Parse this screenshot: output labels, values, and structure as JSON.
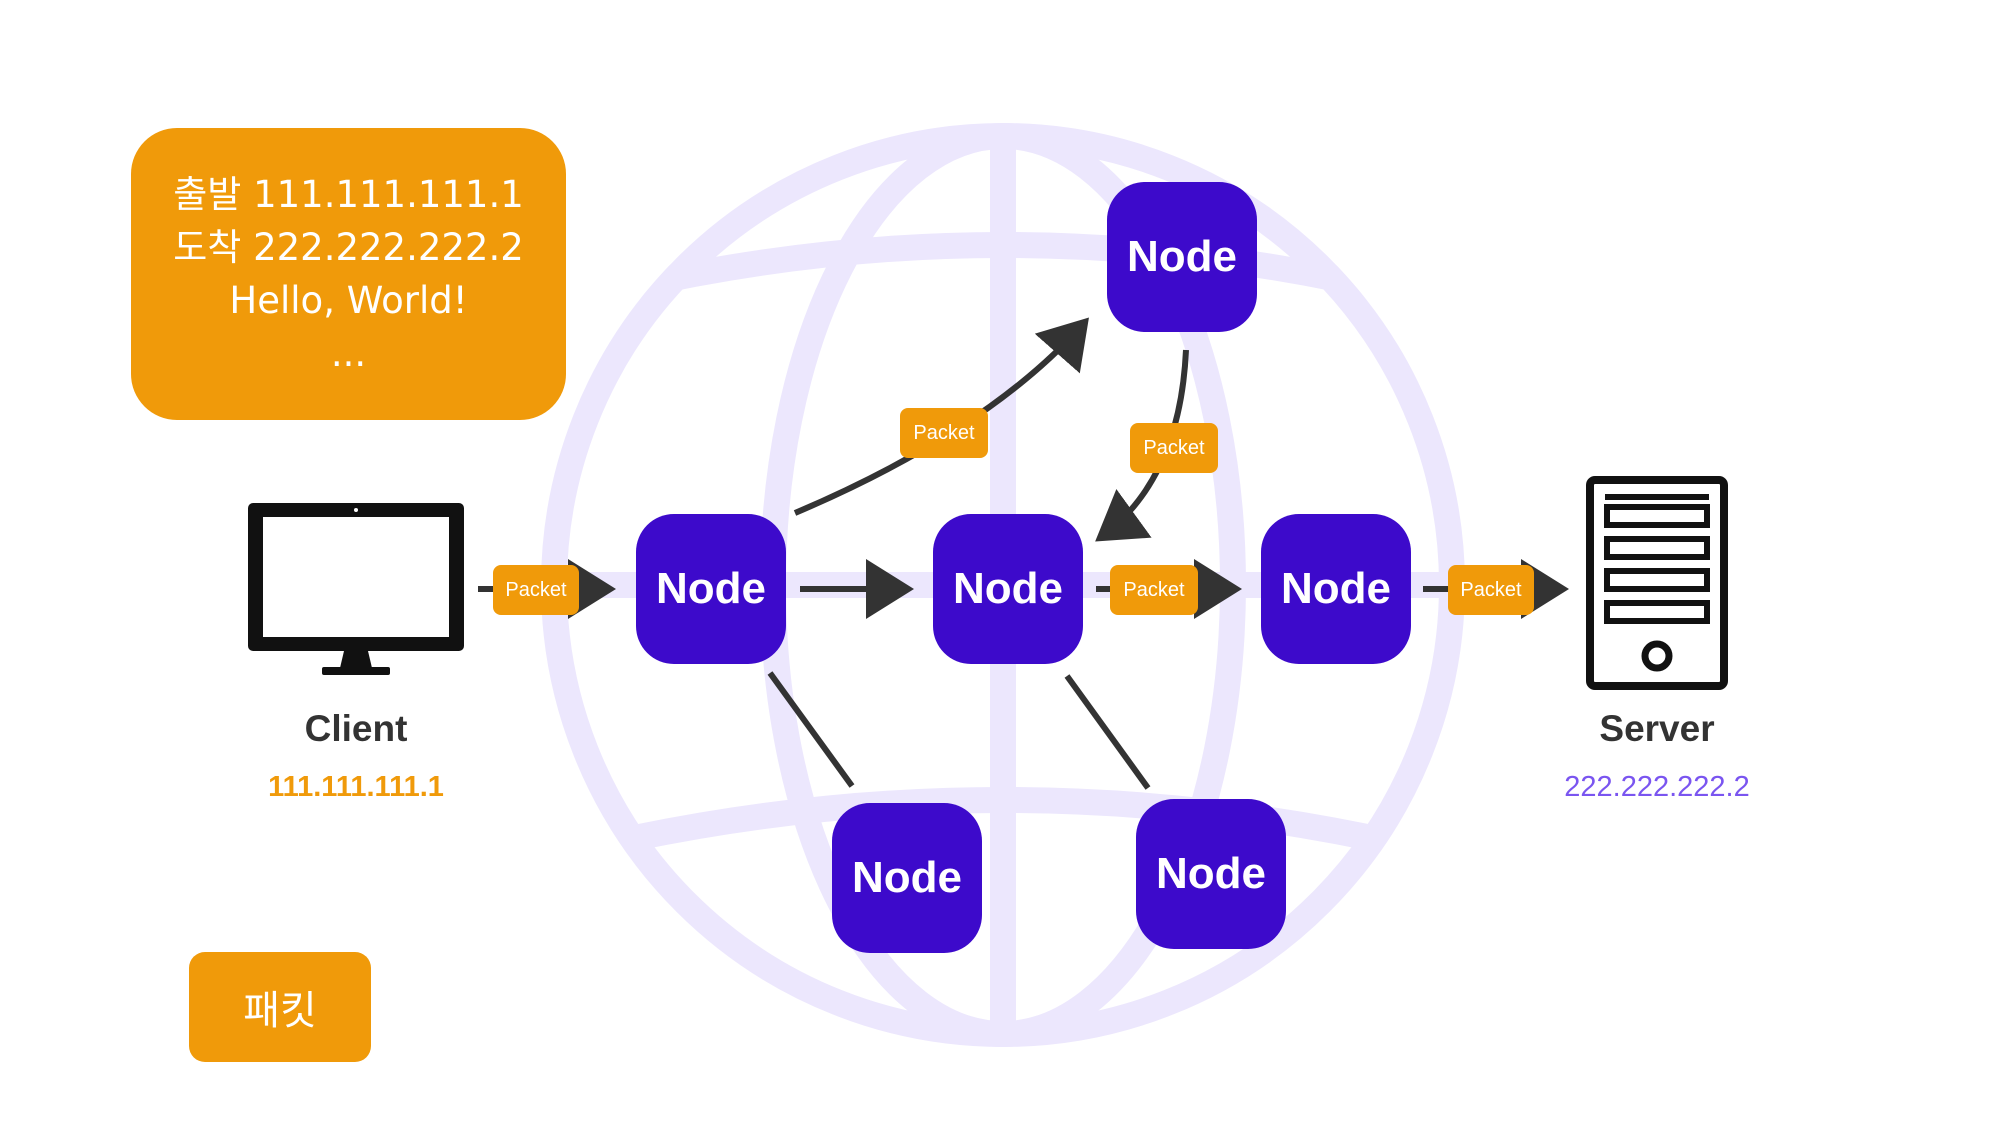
{
  "packet_contents": {
    "line1": "출발  111.111.111.1",
    "line2": "도착  222.222.222.2",
    "line3": "Hello, World!",
    "line4": "..."
  },
  "legend": {
    "label": "패킷"
  },
  "client": {
    "name": "Client",
    "ip": "111.111.111.1",
    "ip_color": "#F09A0A"
  },
  "server": {
    "name": "Server",
    "ip": "222.222.222.2",
    "ip_color": "#7A55F0"
  },
  "node_label": "Node",
  "packet_label": "Packet",
  "colors": {
    "node": "#3D0ACB",
    "packet": "#F09A0A",
    "globe": "#ECE7FD",
    "arrow": "#333333"
  }
}
